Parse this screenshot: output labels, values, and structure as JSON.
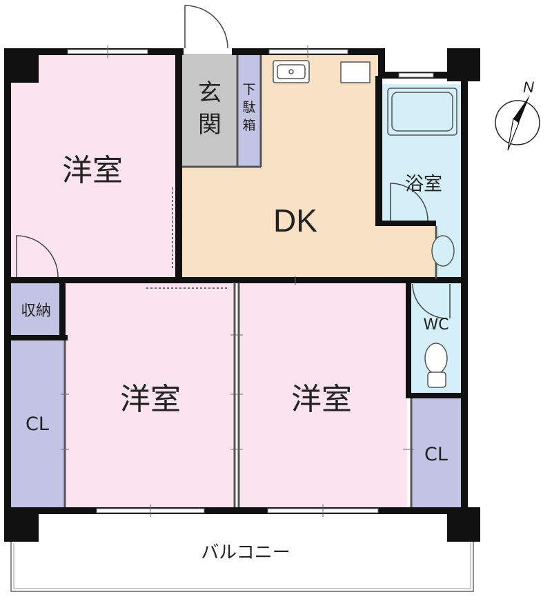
{
  "rooms": {
    "western_top_left": "洋室",
    "entrance": "玄関",
    "shoe_box": "下駄箱",
    "dk": "DK",
    "bath": "浴室",
    "storage": "収納",
    "cl_left": "CL",
    "western_bottom_mid": "洋室",
    "western_bottom_right": "洋室",
    "wc": "WC",
    "cl_right": "CL",
    "balcony": "バルコニー"
  },
  "compass": {
    "label": "N"
  },
  "colors": {
    "western": "#fce4ef",
    "entrance": "#c6c6c6",
    "closet": "#c3c3e3",
    "dk": "#f8e1c4",
    "bath": "#d4eff7",
    "wall": "#111111"
  }
}
